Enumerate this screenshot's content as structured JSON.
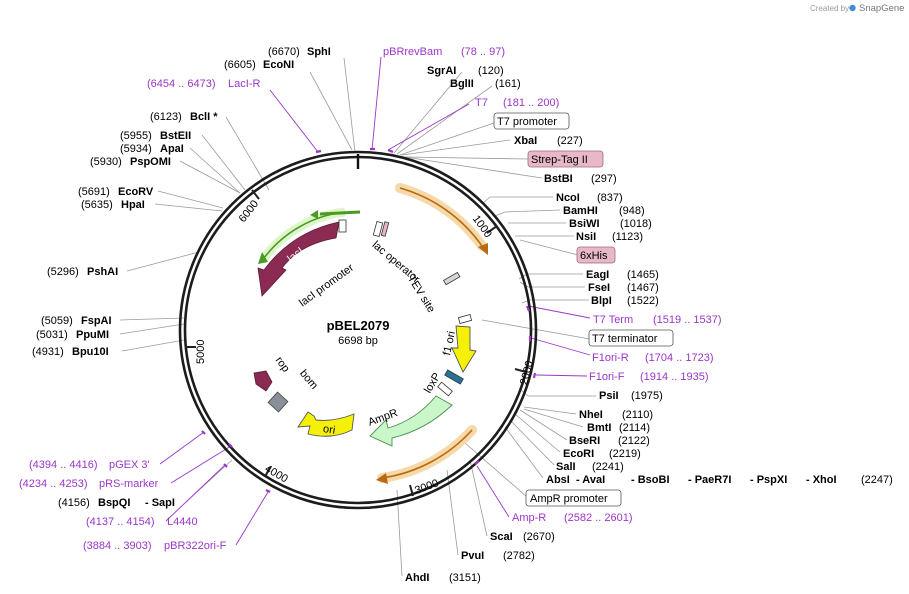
{
  "plasmid": {
    "name": "pBEL2079",
    "length": "6698 bp"
  },
  "credit": {
    "prefix": "Created by",
    "brand": "SnapGene"
  },
  "ticks": [
    "1000",
    "2000",
    "3000",
    "4000",
    "5000",
    "6000"
  ],
  "enzymes": [
    {
      "pos": "(6670)",
      "name": "SphI"
    },
    {
      "pos": "(6605)",
      "name": "EcoNI"
    },
    {
      "pos": "(120)",
      "name": "SgrAI"
    },
    {
      "pos": "(161)",
      "name": "BglII"
    },
    {
      "pos": "(227)",
      "name": "XbaI"
    },
    {
      "pos": "(297)",
      "name": "BstBI"
    },
    {
      "pos": "(837)",
      "name": "NcoI"
    },
    {
      "pos": "(948)",
      "name": "BamHI"
    },
    {
      "pos": "(1018)",
      "name": "BsiWI"
    },
    {
      "pos": "(1123)",
      "name": "NsiI"
    },
    {
      "pos": "(1465)",
      "name": "EagI"
    },
    {
      "pos": "(1467)",
      "name": "FseI"
    },
    {
      "pos": "(1522)",
      "name": "BlpI"
    },
    {
      "pos": "(1975)",
      "name": "PsiI"
    },
    {
      "pos": "(2110)",
      "name": "NheI"
    },
    {
      "pos": "(2114)",
      "name": "BmtI"
    },
    {
      "pos": "(2122)",
      "name": "BseRI"
    },
    {
      "pos": "(2219)",
      "name": "EcoRI"
    },
    {
      "pos": "(2241)",
      "name": "SalI"
    },
    {
      "pos": "(2670)",
      "name": "ScaI"
    },
    {
      "pos": "(2782)",
      "name": "PvuI"
    },
    {
      "pos": "(3151)",
      "name": "AhdI"
    },
    {
      "pos": "(6123)",
      "name": "BclI *"
    },
    {
      "pos": "(5955)",
      "name": "BstEII"
    },
    {
      "pos": "(5934)",
      "name": "ApaI"
    },
    {
      "pos": "(5930)",
      "name": "PspOMI"
    },
    {
      "pos": "(5691)",
      "name": "EcoRV"
    },
    {
      "pos": "(5635)",
      "name": "HpaI"
    },
    {
      "pos": "(5296)",
      "name": "PshAI"
    },
    {
      "pos": "(5059)",
      "name": "FspAI"
    },
    {
      "pos": "(5031)",
      "name": "PpuMI"
    },
    {
      "pos": "(4931)",
      "name": "Bpu10I"
    },
    {
      "pos": "(4156)",
      "name": "BspQI"
    },
    {
      "pos": "",
      "name": "- SapI"
    }
  ],
  "multi_site": {
    "enzymes": [
      "AbsI",
      "- AvaI",
      "- BsoBI",
      "- PaeR7I",
      "- PspXI",
      "- XhoI"
    ],
    "pos": "(2247)"
  },
  "primers": [
    {
      "name": "pBRrevBam",
      "range": "(78 .. 97)"
    },
    {
      "name": "T7",
      "range": "(181 .. 200)"
    },
    {
      "name": "T7 Term",
      "range": "(1519 .. 1537)"
    },
    {
      "name": "F1ori-R",
      "range": "(1704 .. 1723)"
    },
    {
      "name": "F1ori-F",
      "range": "(1914 .. 1935)"
    },
    {
      "name": "Amp-R",
      "range": "(2582 .. 2601)"
    },
    {
      "name": "LacI-R",
      "range": "(6454 .. 6473)"
    },
    {
      "name": "pGEX 3'",
      "range": "(4394 .. 4416)"
    },
    {
      "name": "pRS-marker",
      "range": "(4234 .. 4253)"
    },
    {
      "name": "L4440",
      "range": "(4137 .. 4154)"
    },
    {
      "name": "pBR322ori-F",
      "range": "(3884 .. 3903)"
    }
  ],
  "boxed_features": [
    "T7 promoter",
    "Strep-Tag II",
    "6xHis",
    "T7 terminator",
    "AmpR promoter"
  ],
  "inner_features": [
    "lac operator",
    "TEV site",
    "f1 ori",
    "loxP",
    "AmpR",
    "ori",
    "rop",
    "bom",
    "lacI",
    "lacI promoter"
  ],
  "colors": {
    "primer": "#9b36c8",
    "lacI": "#8b2a52",
    "lacI_promoter": "#6ec43a",
    "f1_ori": "#f5f008",
    "ori": "#f5f008",
    "AmpR": "#c9f7c9",
    "rop": "#8b2a52",
    "bom": "#8a9099",
    "tag_box": "#e8b8c8",
    "orange_feature": "#e8a04a",
    "lac_operator": "#cfe9cf",
    "tev_site": "#d6d6d6",
    "loxP": "#2f6f8f"
  }
}
